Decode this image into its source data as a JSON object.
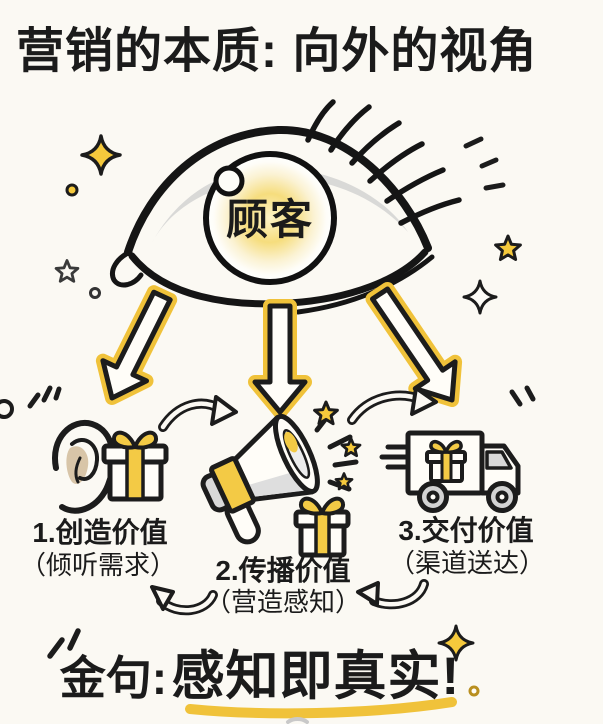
{
  "title": "营销的本质: 向外的视角",
  "eye": {
    "label": "顾客"
  },
  "steps": [
    {
      "title": "1.创造价值",
      "subtitle": "（倾听需求）",
      "icons": [
        "ear-icon",
        "gift-icon"
      ]
    },
    {
      "title": "2.传播价值",
      "subtitle": "（营造感知）",
      "icons": [
        "megaphone-icon",
        "gift-icon"
      ]
    },
    {
      "title": "3.交付价值",
      "subtitle": "（渠道送达）",
      "icons": [
        "delivery-truck-icon"
      ]
    }
  ],
  "quote": {
    "prefix": "金句:",
    "emphasis": "感知即真实!"
  },
  "colors": {
    "background": "#fbf9f3",
    "ink": "#1c1c1c",
    "accent_yellow": "#f2c63e",
    "soft_gray": "#d6d6d6",
    "ear_beige": "#d8c5a8"
  }
}
